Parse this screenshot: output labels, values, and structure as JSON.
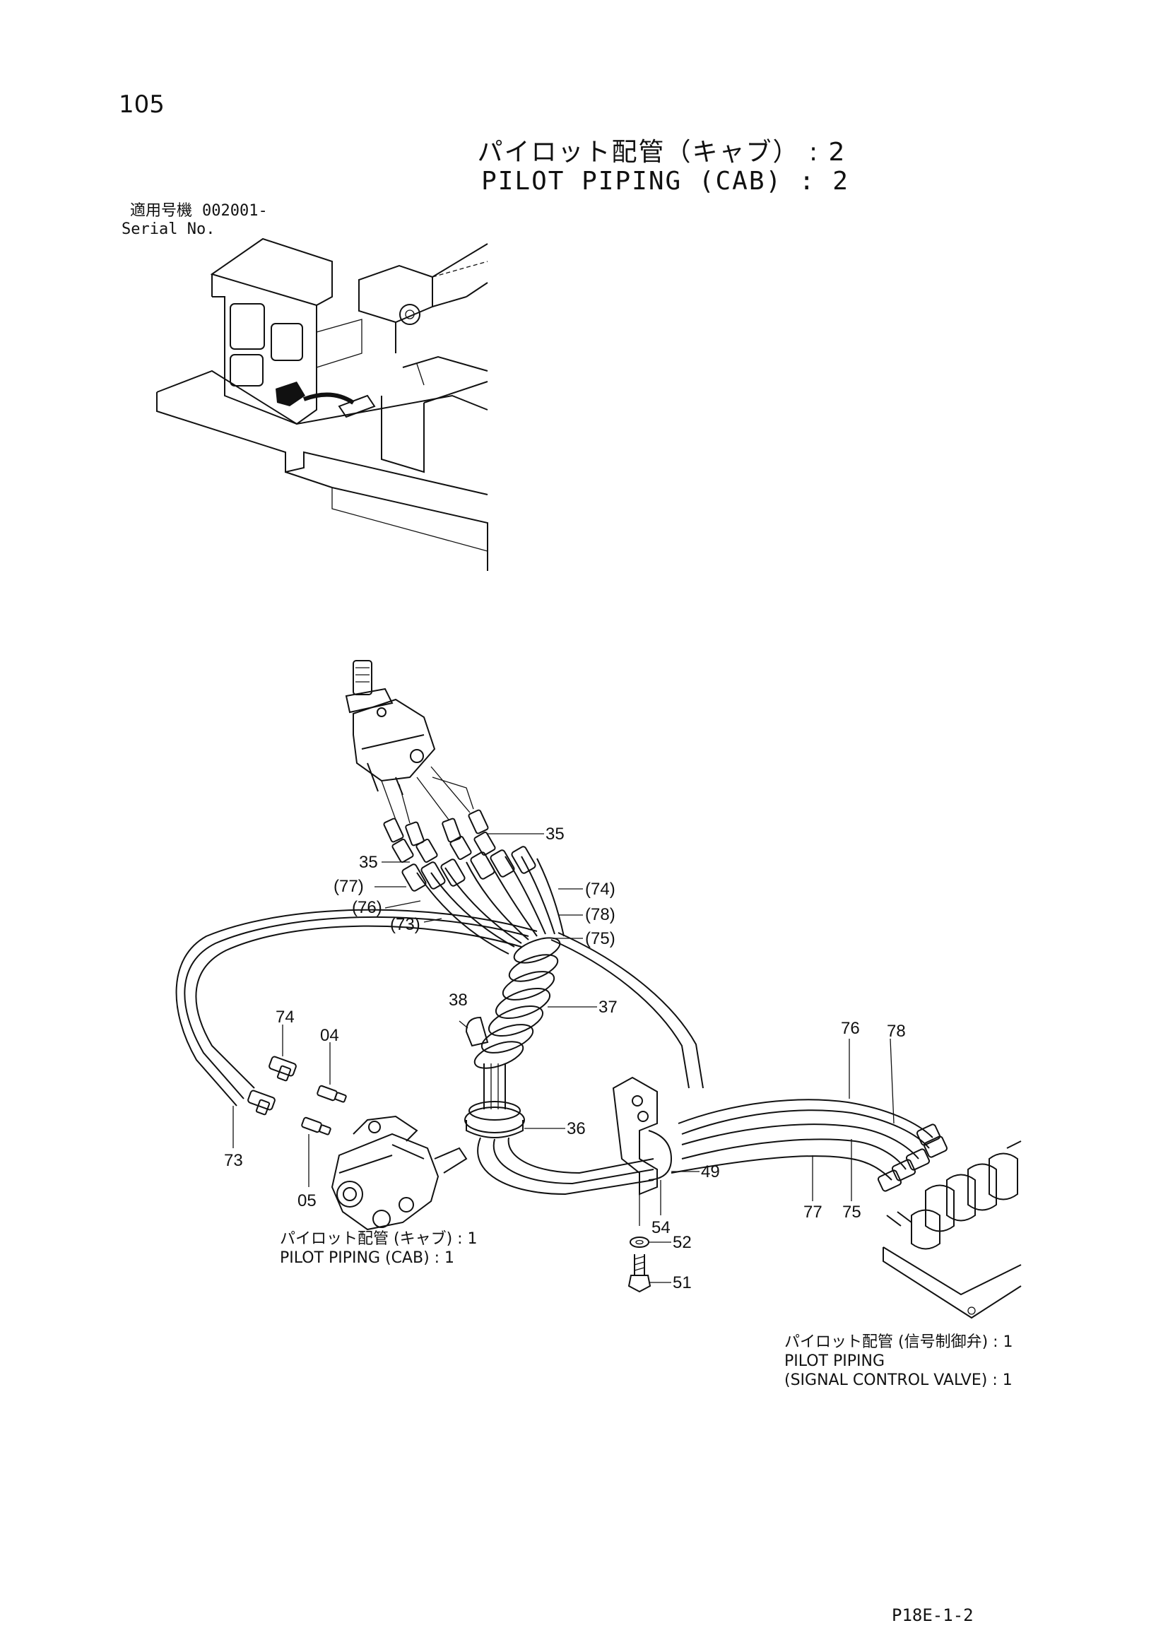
{
  "header": {
    "page_number": "105",
    "title_jp": "パイロット配管（キャブ） : 2",
    "title_en": "PILOT PIPING (CAB) : 2",
    "serial_label_jp": "適用号機",
    "serial_value": "002001-",
    "serial_label_en": "Serial No."
  },
  "callouts": {
    "c35a": "35",
    "c35b": "35",
    "c77p": "(77)",
    "c76p": "(76)",
    "c73p": "(73)",
    "c74p": "(74)",
    "c78p": "(78)",
    "c75p": "(75)",
    "c38": "38",
    "c37": "37",
    "c74": "74",
    "c04": "04",
    "c73": "73",
    "c05": "05",
    "c36": "36",
    "c76": "76",
    "c78": "78",
    "c49": "49",
    "c54": "54",
    "c52": "52",
    "c51": "51",
    "c77": "77",
    "c75": "75"
  },
  "references": {
    "cab_jp": "パイロット配管 (キャブ) : 1",
    "cab_en": "PILOT PIPING (CAB) : 1",
    "signal_jp": "パイロット配管 (信号制御弁) : 1",
    "signal_en_1": "PILOT PIPING",
    "signal_en_2": "(SIGNAL CONTROL VALVE) : 1"
  },
  "footer": {
    "code": "P18E-1-2"
  }
}
